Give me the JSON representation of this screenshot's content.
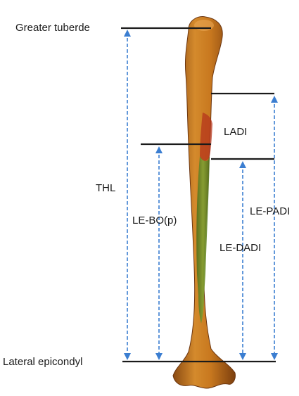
{
  "figure": {
    "landmarks": {
      "top": "Greater tuberde",
      "bottom": "Lateral epicondyl"
    },
    "measurements": {
      "thl": "THL",
      "ladi": "LADI",
      "le_bo": "LE-BO(p)",
      "le_padi": "LE-PADI",
      "le_dadi": "LE-DADI"
    },
    "colors": {
      "bone": "#c8781f",
      "bone_shadow": "#8a4a12",
      "highlight_green": "#6f8f2a",
      "highlight_red": "#b5361c",
      "dimension_blue": "#3b7ed1",
      "reference_line": "#1a1a1a"
    }
  }
}
